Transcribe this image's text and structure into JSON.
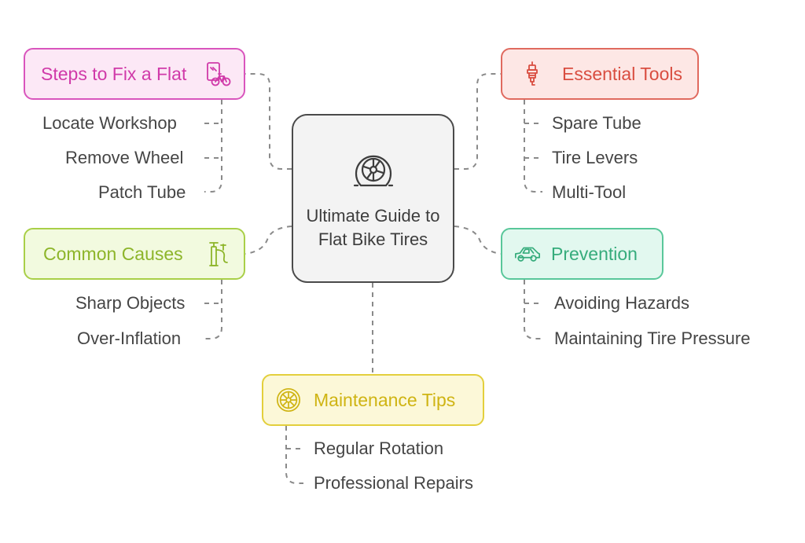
{
  "center": {
    "title": "Ultimate Guide to Flat Bike Tires",
    "icon": "tire-icon"
  },
  "branches": {
    "steps": {
      "title": "Steps to Fix a Flat",
      "icon": "bike-repair-icon",
      "color": "#d955bd",
      "items": [
        "Locate Workshop",
        "Remove Wheel",
        "Patch Tube"
      ]
    },
    "tools": {
      "title": "Essential Tools",
      "icon": "spark-plug-icon",
      "color": "#e06a5f",
      "items": [
        "Spare Tube",
        "Tire Levers",
        "Multi-Tool"
      ]
    },
    "causes": {
      "title": "Common Causes",
      "icon": "bike-pump-icon",
      "color": "#a9cf48",
      "items": [
        "Sharp Objects",
        "Over-Inflation"
      ]
    },
    "prevention": {
      "title": "Prevention",
      "icon": "car-icon",
      "color": "#59c79a",
      "items": [
        "Avoiding Hazards",
        "Maintaining Tire Pressure"
      ]
    },
    "maintenance": {
      "title": "Maintenance Tips",
      "icon": "wheel-icon",
      "color": "#e3cf3c",
      "items": [
        "Regular Rotation",
        "Professional Repairs"
      ]
    }
  }
}
